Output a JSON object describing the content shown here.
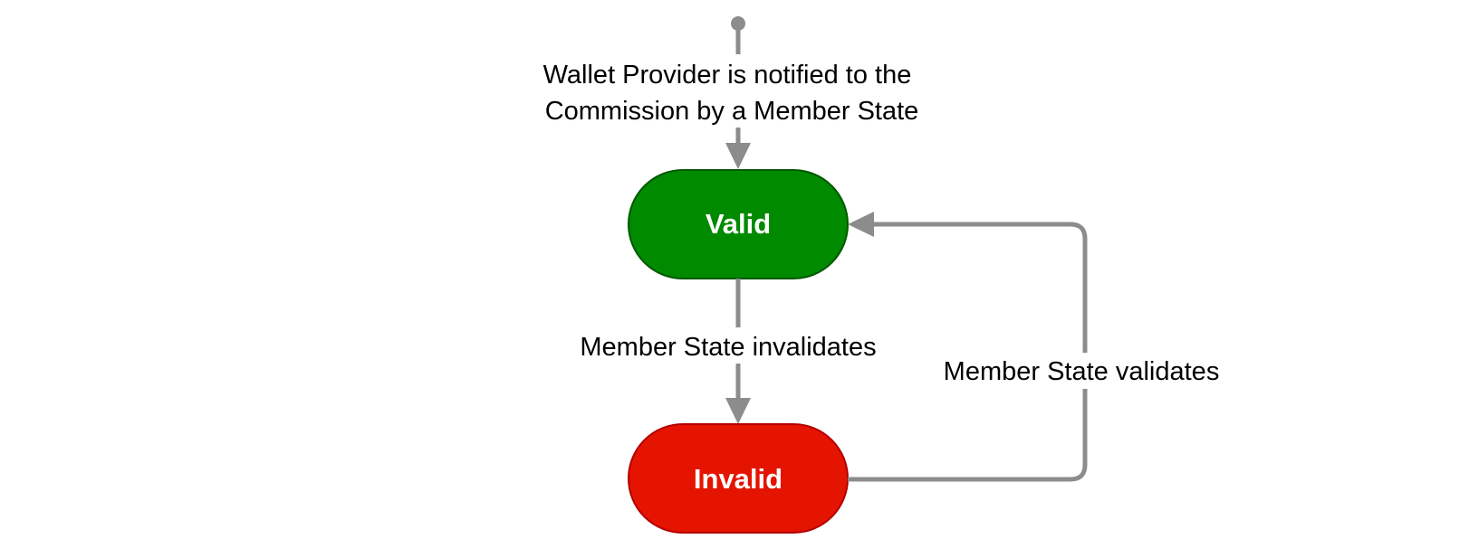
{
  "diagram": {
    "start_edge": {
      "label_line1": "Wallet Provider is notified to the",
      "label_line2": "Commission by a Member State"
    },
    "nodes": {
      "valid": {
        "label": "Valid",
        "fill": "#008a00",
        "stroke": "#005700"
      },
      "invalid": {
        "label": "Invalid",
        "fill": "#e51400",
        "stroke": "#b20000"
      }
    },
    "edges": {
      "invalidate": {
        "label": "Member State invalidates"
      },
      "validate": {
        "label": "Member State validates"
      }
    },
    "colors": {
      "edge": "#8c8c8c",
      "text": "#000000"
    }
  }
}
